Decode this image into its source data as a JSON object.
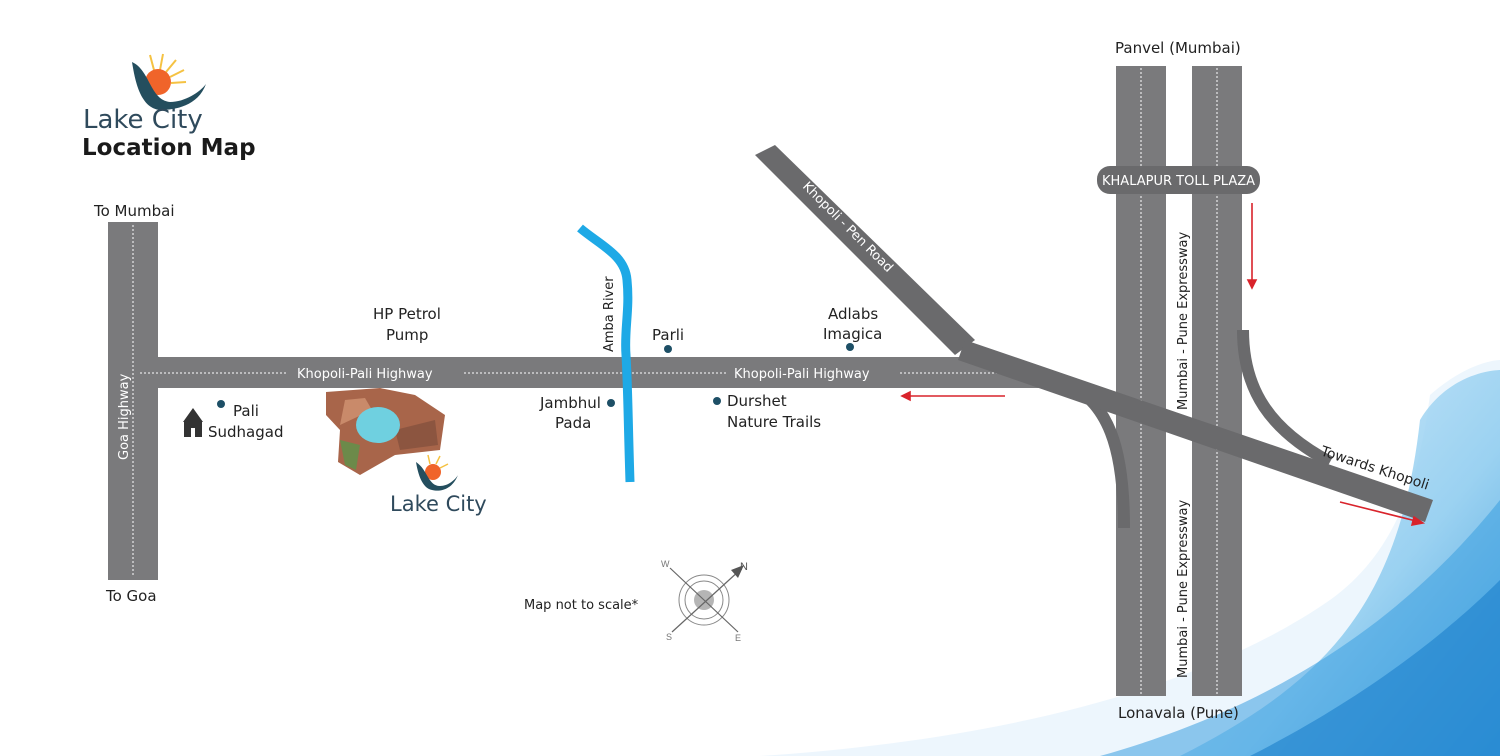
{
  "title": {
    "brand": "Lake City",
    "subtitle": "Location Map"
  },
  "colors": {
    "road": "#7a7a7c",
    "road_dark": "#6a6a6c",
    "river": "#1ea9e6",
    "arrow": "#d9232b",
    "dot": "#1d4f66",
    "sun": "#f0642a",
    "logo_wave": "#244e5e"
  },
  "roads": {
    "goa_highway": "Goa Highway",
    "khopoli_pali_left": "Khopoli-Pali Highway",
    "khopoli_pali_right": "Khopoli-Pali Highway",
    "khopoli_pen": "Khopoli - Pen Road",
    "expressway_upper": "Mumbai - Pune Expressway",
    "expressway_lower": "Mumbai - Pune Expressway",
    "towards_khopoli": "Towards Khopoli",
    "toll_plaza": "KHALAPUR TOLL PLAZA"
  },
  "directions": {
    "to_mumbai": "To Mumbai",
    "to_goa": "To Goa",
    "panvel": "Panvel (Mumbai)",
    "lonavala": "Lonavala (Pune)"
  },
  "places": {
    "hp_petrol_1": "HP Petrol",
    "hp_petrol_2": "Pump",
    "pali_1": "Pali",
    "pali_2": "Sudhagad",
    "amba_river": "Amba River",
    "parli": "Parli",
    "jambhul_1": "Jambhul",
    "jambhul_2": "Pada",
    "durshet_1": "Durshet",
    "durshet_2": "Nature Trails",
    "adlabs_1": "Adlabs",
    "adlabs_2": "Imagica",
    "lake_city": "Lake City"
  },
  "note": "Map not to scale*",
  "compass": {
    "n": "N",
    "s": "S",
    "e": "E",
    "w": "W"
  }
}
